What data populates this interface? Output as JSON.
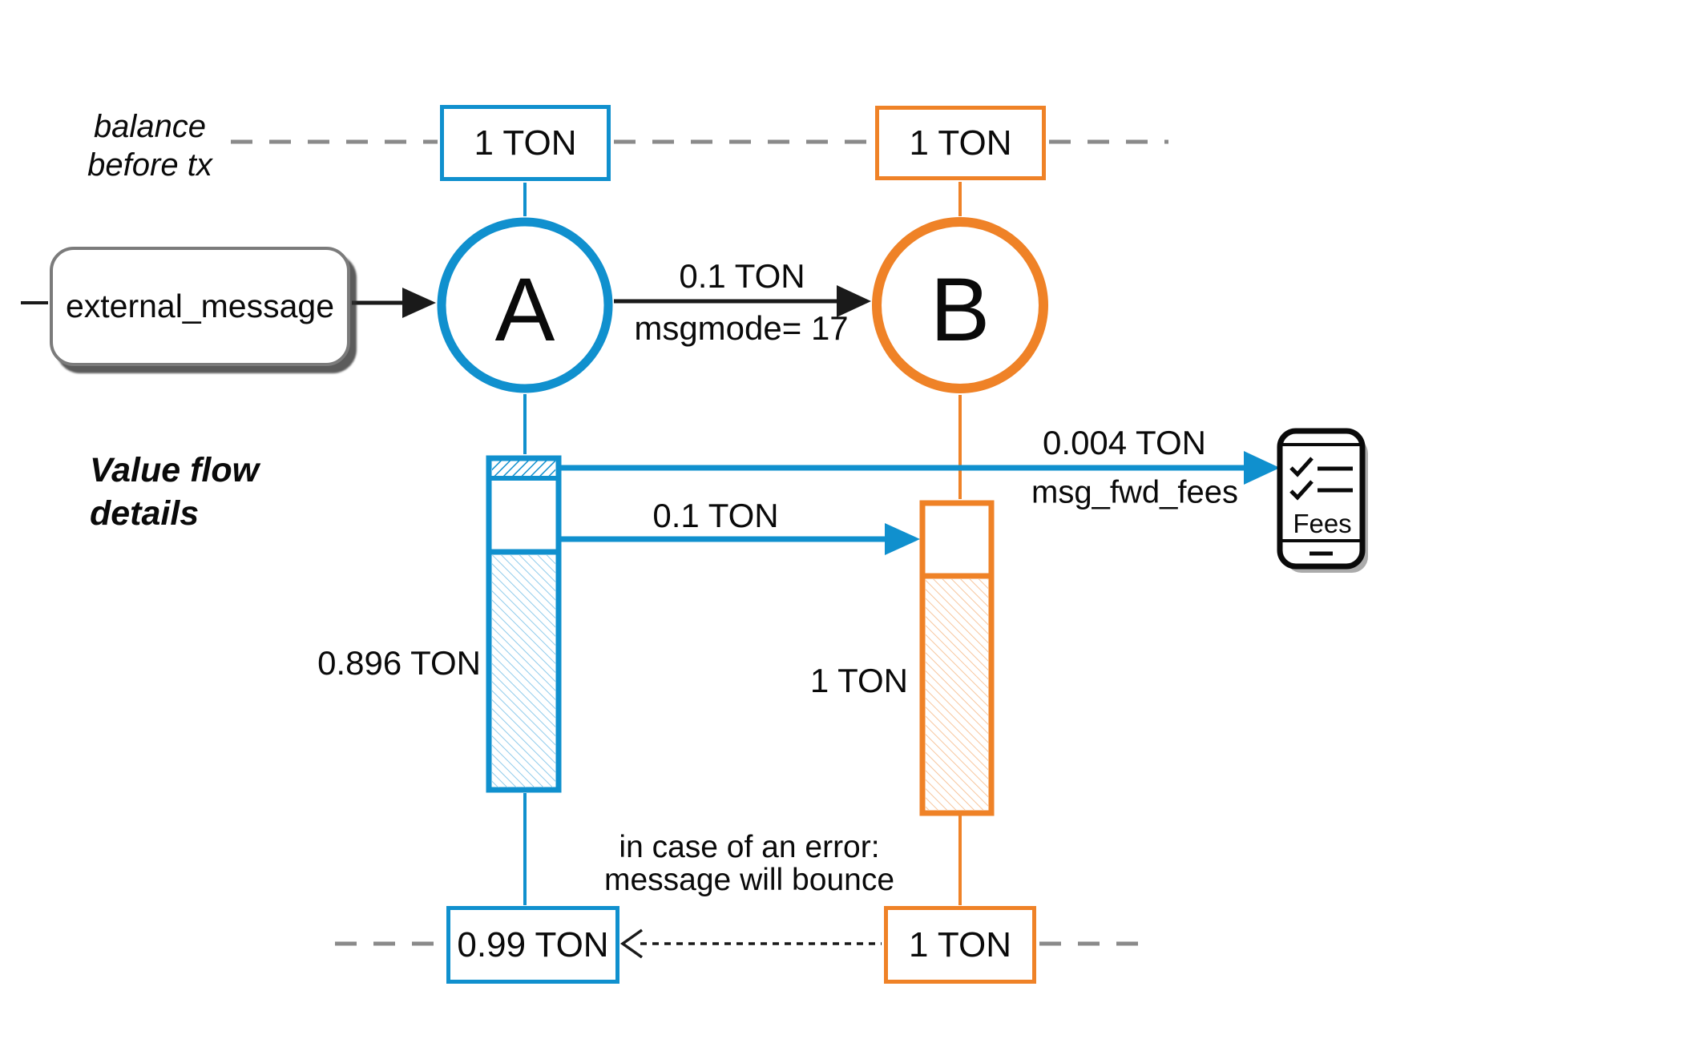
{
  "colors": {
    "blue": "#1090CE",
    "orange": "#EF8227",
    "blue_hatch_light": "#82C5E9",
    "orange_hatch_light": "#F6BF92",
    "dash_gray": "#8A8A8A",
    "ext_border_gray": "#7B7B7B",
    "text": "#0A0A0A"
  },
  "labels": {
    "balance_before": {
      "line1": "balance",
      "line2": "before tx"
    },
    "value_flow": {
      "line1": "Value flow",
      "line2": "details"
    },
    "bounce_note": {
      "line1": "in case of an error:",
      "line2": "message will bounce"
    }
  },
  "external_message": {
    "label": "external_message"
  },
  "account_a": {
    "letter": "A",
    "balance_before": "1 TON",
    "balance_after": "0.99 TON",
    "remaining": "0.896 TON"
  },
  "account_b": {
    "letter": "B",
    "balance_before": "1 TON",
    "balance_after": "1 TON",
    "received": "1 TON"
  },
  "message_a_to_b": {
    "amount": "0.1 TON",
    "mode": "msgmode= 17"
  },
  "value_flow_arrows": {
    "fwd_fee_amount": "0.004 TON",
    "fwd_fee_label": "msg_fwd_fees",
    "transfer_amount": "0.1 TON"
  },
  "fees_icon": {
    "label": "Fees"
  }
}
